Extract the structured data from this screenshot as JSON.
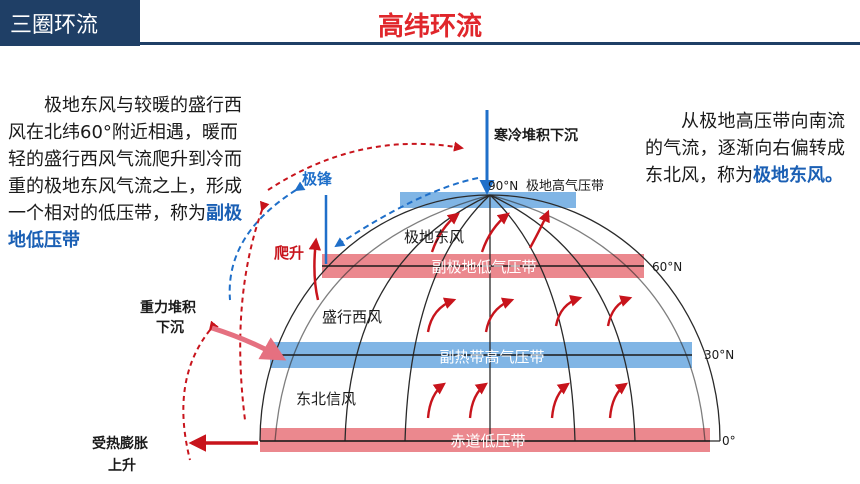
{
  "header": {
    "section_title": "三圈环流",
    "page_title": "高纬环流"
  },
  "left_text": {
    "body": "极地东风与较暖的盛行西风在北纬60°附近相遇，暖而轻的盛行西风气流爬升到冷而重的极地东风气流之上，形成一个相对的低压带，称为",
    "highlight": "副极地低压带"
  },
  "right_text": {
    "body": "从极地高压带向南流的气流，逐渐向右偏转成东北风，称为",
    "highlight": "极地东风。"
  },
  "diagram": {
    "top_arrow_label": "寒冷堆积下沉",
    "front_label": "极锋",
    "climb_label": "爬升",
    "gravity_label": "重力堆积下沉",
    "heat_label": "受热膨胀上升",
    "pole_label": "90°N",
    "polar_high": "极地高气压带",
    "polar_easterlies": "极地东风",
    "subpolar_low": "副极地低气压带",
    "westerlies": "盛行西风",
    "subtropical_high": "副热带高气压带",
    "trades": "东北信风",
    "equatorial_low": "赤道低压带",
    "lat_60": "60°N",
    "lat_30": "30°N",
    "lat_0": "0°"
  },
  "colors": {
    "header_bg": "#1f3f66",
    "title_red": "#e0262b",
    "low_band": "#e8737a",
    "high_band": "#6aa8e0",
    "arrow_red": "#c8141c",
    "arrow_blue": "#1f6fc9",
    "highlight_blue": "#1a5fb4"
  }
}
